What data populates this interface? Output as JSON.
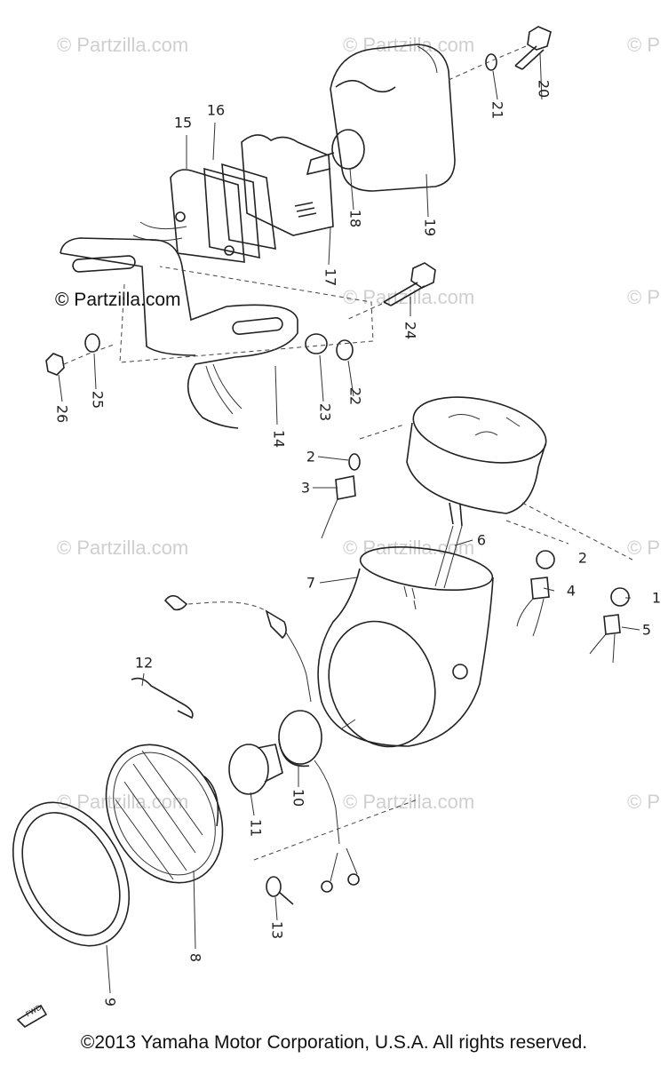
{
  "watermark": {
    "text": "© Partzilla.com",
    "clipped_text": "© P"
  },
  "logo_mark": "© Partzilla.com",
  "callouts": {
    "c1": "1",
    "c2a": "2",
    "c2b": "2",
    "c3": "3",
    "c4": "4",
    "c5": "5",
    "c6": "6",
    "c7": "7",
    "c8": "8",
    "c9": "9",
    "c10": "10",
    "c11": "11",
    "c12": "12",
    "c13": "13",
    "c14": "14",
    "c15": "15",
    "c16": "16",
    "c17": "17",
    "c18": "18",
    "c19": "19",
    "c20": "20",
    "c21": "21",
    "c22": "22",
    "c23": "23",
    "c24": "24",
    "c25": "25",
    "c26": "26"
  },
  "fwd_mark": "FWD",
  "copyright": "©2013 Yamaha Motor Corporation, U.S.A. All rights reserved."
}
